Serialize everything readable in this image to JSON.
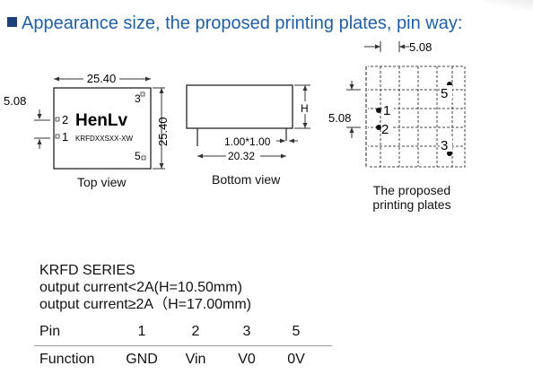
{
  "heading": "Appearance  size, the proposed printing plates, pin way:",
  "top_view": {
    "caption": "Top view",
    "width_dim": "25.40",
    "height_dim": "25.40",
    "offset_dim": "5.08",
    "brand": "HenLv",
    "model": "KRFDXXSXX-XW",
    "pin_labels": [
      "1",
      "2",
      "3",
      "5"
    ]
  },
  "bottom_view": {
    "caption": "Bottom view",
    "pitch_dim": "1.00*1.00",
    "span_dim": "20.32",
    "height_label": "H"
  },
  "printing_plates": {
    "caption_line1": "The proposed",
    "caption_line2": "printing plates",
    "grid_dim": "5.08",
    "side_dim": "5.08",
    "pin_labels": [
      "1",
      "2",
      "3",
      "5"
    ]
  },
  "series": {
    "title": "KRFD SERIES",
    "line1": "output current<2A(H=10.50mm)",
    "line2": "output current≥2A（H=17.00mm)"
  },
  "pin_table": {
    "header_label": "Pin",
    "pins": [
      "1",
      "2",
      "3",
      "5"
    ],
    "function_label": "Function",
    "functions": [
      "GND",
      "Vin",
      "V0",
      "0V"
    ]
  }
}
